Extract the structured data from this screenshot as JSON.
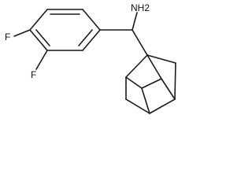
{
  "molecule": {
    "labels": {
      "amine": "NH2",
      "fluorine_top": "F",
      "fluorine_bottom": "F"
    },
    "colors": {
      "bond": "#1a1a1a",
      "text": "#111111",
      "background": "#ffffff"
    }
  }
}
